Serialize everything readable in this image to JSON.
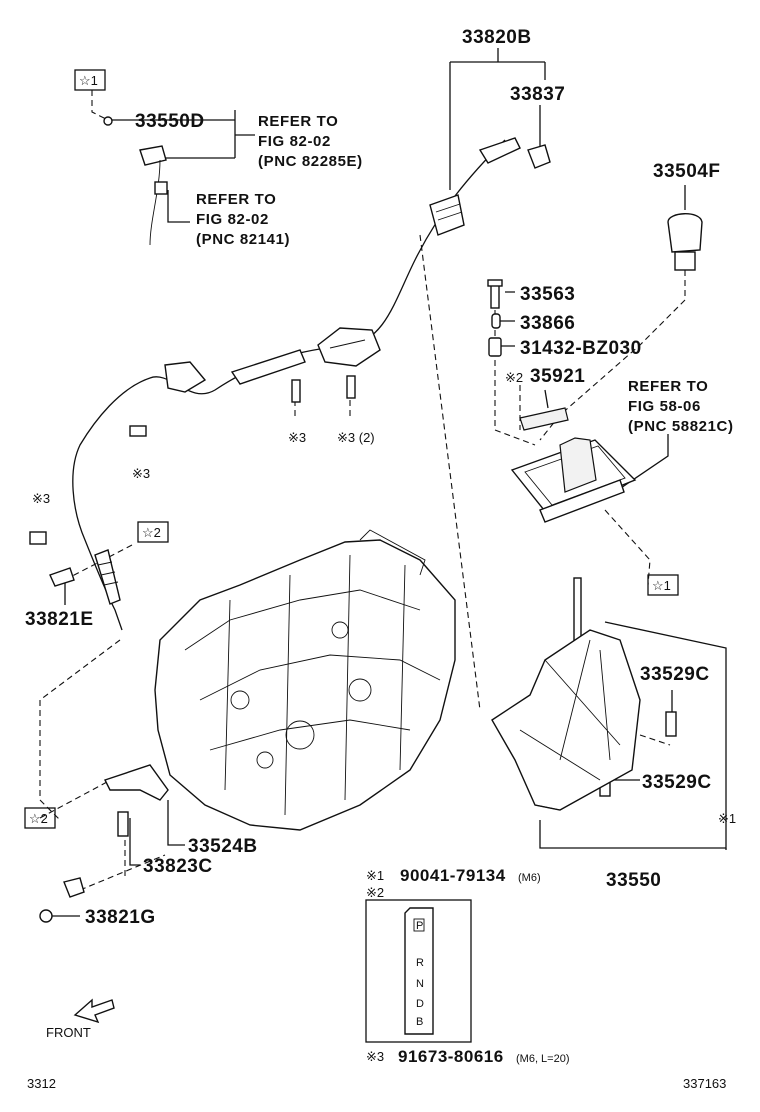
{
  "labels": {
    "p33820B": "33820B",
    "p33837": "33837",
    "p33550D": "33550D",
    "p33504F": "33504F",
    "p33563": "33563",
    "p33866": "33866",
    "p31432": "31432-BZ030",
    "p35921": "35921",
    "p33821E": "33821E",
    "p33529C_a": "33529C",
    "p33529C_b": "33529C",
    "p33524B": "33524B",
    "p33823C": "33823C",
    "p33550": "33550",
    "p33821G": "33821G"
  },
  "refs": {
    "ref1": [
      "REFER TO",
      "FIG 82-02",
      "(PNC 82285E)"
    ],
    "ref2": [
      "REFER TO",
      "FIG 82-02",
      "(PNC 82141)"
    ],
    "ref3": [
      "REFER TO",
      "FIG 58-06",
      "(PNC 58821C)"
    ]
  },
  "markers": {
    "star1": "☆1",
    "star2": "☆2",
    "kome1": "※1",
    "kome2": "※2",
    "kome3": "※3",
    "kome3_2": "※3 (2)"
  },
  "legend": {
    "k1_mark": "※1",
    "k1_part": "90041-79134",
    "k1_spec": "(M6)",
    "k2_mark": "※2",
    "k3_mark": "※3",
    "k3_part": "91673-80616",
    "k3_spec": "(M6, L=20)",
    "plate_letters": [
      "P",
      "R",
      "N",
      "D",
      "B"
    ]
  },
  "front_label": "FRONT",
  "corner_left": "3312",
  "corner_right": "337163"
}
